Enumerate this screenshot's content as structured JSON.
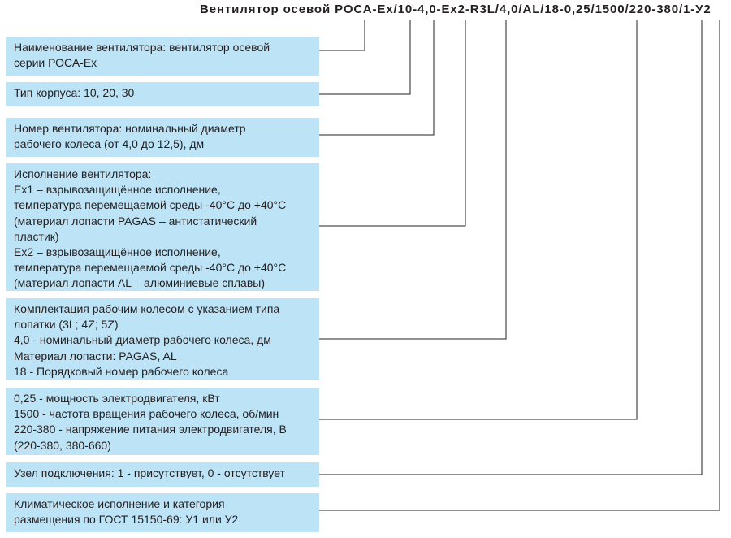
{
  "title": "Вентилятор осевой РОСА-Ex/10-4,0-Ex2-R3L/4,0/AL/18-0,25/1500/220-380/1-У2",
  "boxes": [
    {
      "lines": [
        "Наименование вентилятора: вентилятор осевой",
        "серии РОСА-Ex"
      ]
    },
    {
      "lines": [
        "Тип корпуса: 10, 20, 30"
      ]
    },
    {
      "lines": [
        "Номер вентилятора: номинальный диаметр",
        "рабочего колеса (от 4,0 до 12,5), дм"
      ]
    },
    {
      "lines": [
        "Исполнение вентилятора:",
        "Ex1 – взрывозащищённое исполнение,",
        "температура перемещаемой среды -40°С до +40°С",
        "(материал лопасти PAGAS – антистатический",
        "пластик)",
        "Ex2 – взрывозащищённое исполнение,",
        "температура перемещаемой среды -40°С до +40°С",
        "(материал лопасти AL – алюминиевые сплавы)"
      ]
    },
    {
      "lines": [
        "Комплектация рабочим колесом с указанием типа",
        "лопатки (3L; 4Z; 5Z)",
        "4,0 - номинальный диаметр рабочего колеса, дм",
        "Материал лопасти: PAGAS, AL",
        "18 - Порядковый номер рабочего колеса"
      ]
    },
    {
      "lines": [
        "0,25 - мощность электродвигателя, кВт",
        "1500 - частота вращения рабочего колеса, об/мин",
        "220-380 - напряжение питания электродвигателя, В",
        "(220-380, 380-660)"
      ]
    },
    {
      "lines": [
        "Узел подключения: 1 - присутствует, 0 - отсутствует"
      ]
    },
    {
      "lines": [
        "Климатическое исполнение и категория",
        "размещения по ГОСТ 15150-69: У1 или У2"
      ]
    }
  ],
  "colors": {
    "box_fill": "#bde3f7",
    "text": "#231f20",
    "line": "#231f20"
  }
}
